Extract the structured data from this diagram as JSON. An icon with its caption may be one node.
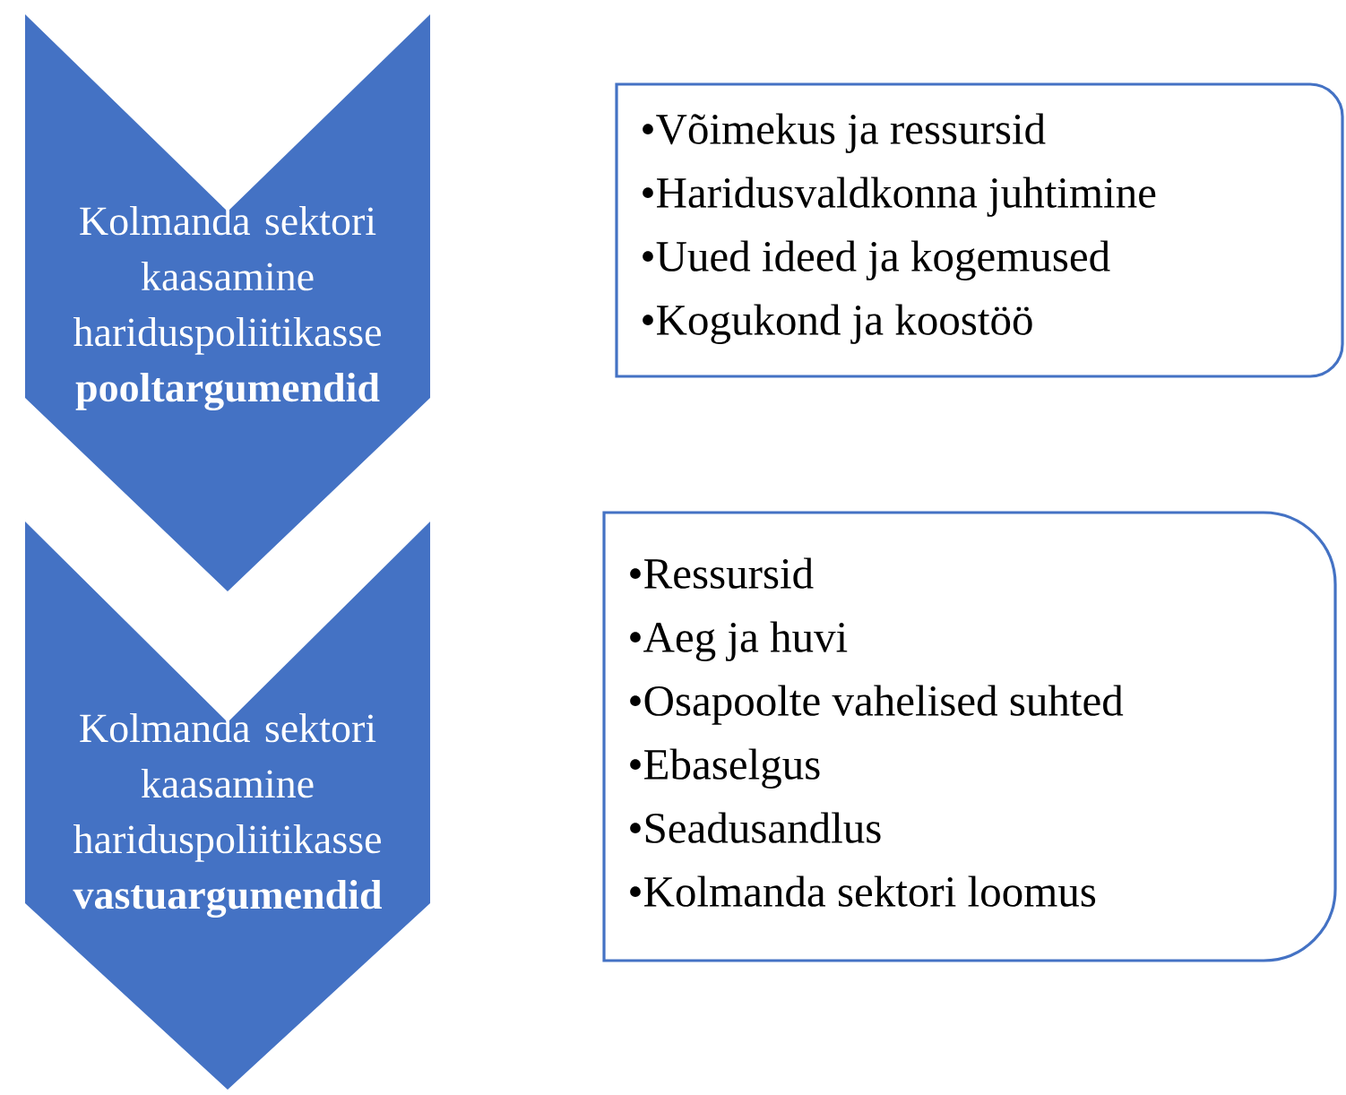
{
  "diagram": {
    "nodes": [
      {
        "text": [
          "Kolmanda sektori kaasamine hariduspoliitikasse **pooltargumendid**"
        ]
      },
      {
        "text": [
          "•Võimekus ja ressursid",
          "•Haridusvaldkonna juhtimine",
          "•Uued ideed ja kogemused",
          "•Kogukond ja koostöö"
        ]
      },
      {
        "text": [
          "Kolmanda sektori kaasamine hariduspoliitikasse **vastuargumendid**"
        ]
      },
      {
        "text": [
          "•Ressursid",
          "•Aeg ja huvi",
          "•Osapoolte vahelised suhted",
          "•Ebaselgus",
          "•Seadusandlus",
          "•Kolmanda sektori loomus"
        ]
      }
    ]
  }
}
